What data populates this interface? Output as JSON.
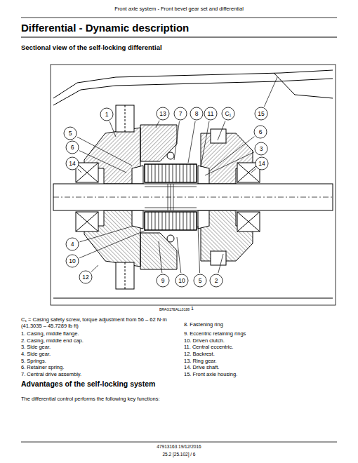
{
  "diagram": {
    "title": "Differential - Dynamic description",
    "labels": [
      "Front axle system - Front bevel gear set and differential",
      "Sectional view of the self-locking differential",
      "1",
      "13",
      "7",
      "8",
      "11",
      "C₁",
      "15",
      "5",
      "6",
      "14",
      "4",
      "10",
      "12",
      "6",
      "3",
      "14",
      "9",
      "10",
      "5",
      "2",
      "BRAG17EALL0188",
      "1",
      "C₁ = Casing safety screw, torque adjustment from 56 – 62 N·m (41.3035 – 45.7289 lb ft)",
      "1. Casing, middle flange.",
      "2. Casing, middle end cap.",
      "3. Side gear.",
      "4. Side gear.",
      "5. Springs.",
      "6. Retainer spring.",
      "7. Central drive assembly.",
      "8. Fastening ring",
      "9. Eccentric retaining rings",
      "10. Driven clutch.",
      "11. Central eccentric.",
      "12. Backrest.",
      "13. Ring gear.",
      "14. Drive shaft.",
      "15. Front axle housing.",
      "Advantages of the self-locking system",
      "The differential control performs the following key functions:",
      "47913163 19/12/2016",
      "25.2 [25.102] / 6"
    ]
  }
}
